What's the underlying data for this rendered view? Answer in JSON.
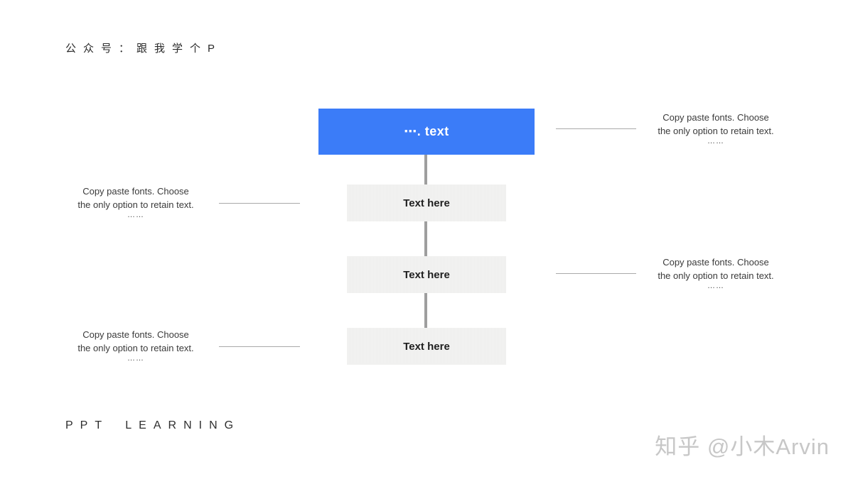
{
  "colors": {
    "accent_blue": "#3B7CF8",
    "node_gray": "#F1F1F0",
    "connector_gray": "#9E9E9E",
    "annotation_line_gray": "#A9A9A9",
    "watermark_gray": "#C7C7C7"
  },
  "header": {
    "account_label": "公众号：跟我学个P"
  },
  "diagram": {
    "root_label": "⋯. text",
    "nodes": [
      {
        "label": "Text here"
      },
      {
        "label": "Text here"
      },
      {
        "label": "Text here"
      }
    ]
  },
  "annotations": [
    {
      "line1": "Copy paste fonts. Choose",
      "line2": "the only option to retain text.",
      "line3": "……"
    },
    {
      "line1": "Copy paste fonts. Choose",
      "line2": "the only option to retain text.",
      "line3": "……"
    },
    {
      "line1": "Copy paste fonts. Choose",
      "line2": "the only option to retain text.",
      "line3": "……"
    },
    {
      "line1": "Copy paste fonts. Choose",
      "line2": "the only option to retain text.",
      "line3": "……"
    }
  ],
  "footer": {
    "brand_label": "PPT LEARNING"
  },
  "watermark": {
    "text": "知乎 @小木Arvin"
  }
}
